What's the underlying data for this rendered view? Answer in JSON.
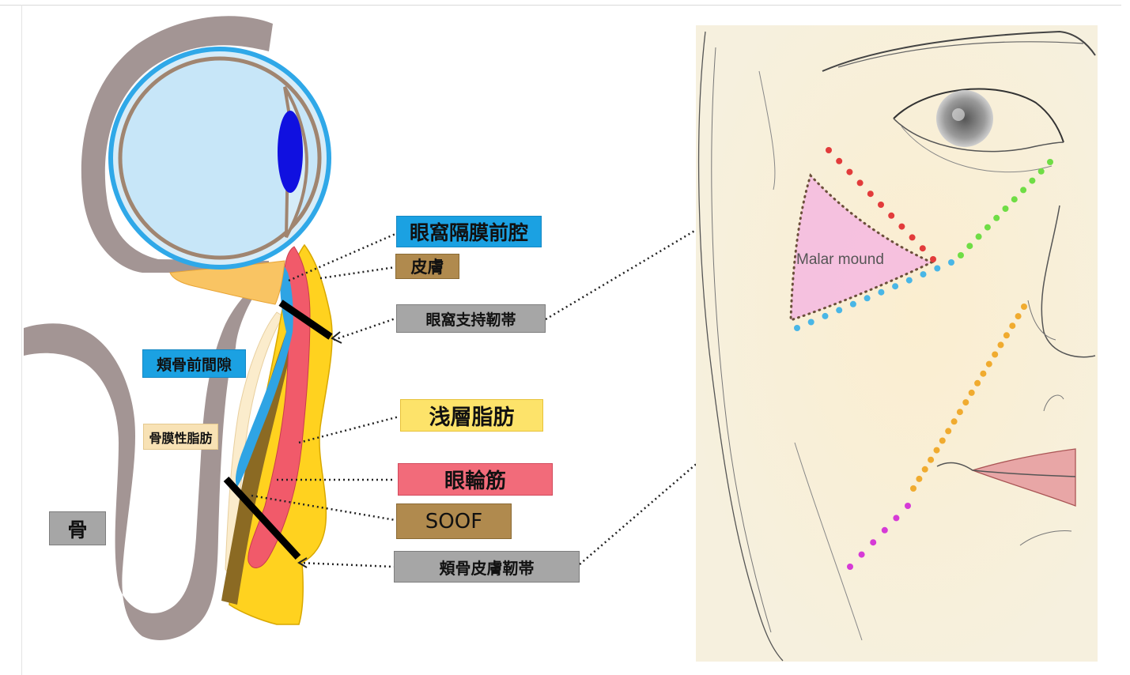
{
  "labels": {
    "preseptal_space": "眼窩隔膜前腔",
    "skin": "皮膚",
    "orbital_retaining_ligament": "眼窩支持靭帯",
    "prezygomatic_space": "頬骨前間隙",
    "superficial_fat": "浅層脂肪",
    "orbicularis": "眼輪筋",
    "soof": "SOOF",
    "zygomatic_cutaneous_ligament": "頬骨皮膚靭帯",
    "periosteal_fat": "骨膜性脂肪",
    "bone": "骨",
    "malar_mound": "Malar mound"
  },
  "colors": {
    "bone": "#a39594",
    "eye_sclera": "#d6ecf8",
    "eye_ring": "#2fa8e8",
    "lens": "#1010e0",
    "fat_yellow": "#ffd21f",
    "orbicularis_red": "#f15a6a",
    "soof_brown": "#8b6a23",
    "space_blue": "#2fa4e4",
    "malar_pink": "#f4b9e0",
    "dots_red": "#e23b3b",
    "dots_green": "#6fdd45",
    "dots_blue": "#49b6e6",
    "dots_orange": "#f0ab2f",
    "dots_magenta": "#d63ad6"
  }
}
